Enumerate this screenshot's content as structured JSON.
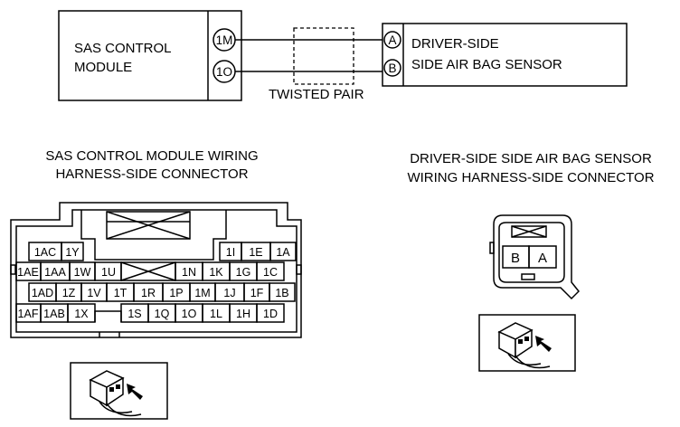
{
  "module": {
    "name_line1": "SAS CONTROL",
    "name_line2": "MODULE",
    "terminals": [
      "1M",
      "1O"
    ]
  },
  "sensor": {
    "name_line1": "DRIVER-SIDE",
    "name_line2": "SIDE AIR BAG SENSOR",
    "terminals": [
      "A",
      "B"
    ]
  },
  "twisted_pair_label": "TWISTED PAIR",
  "left_connector": {
    "title_line1": "SAS CONTROL MODULE WIRING",
    "title_line2": "HARNESS-SIDE CONNECTOR",
    "row1": [
      "1AC",
      "1Y",
      "1I",
      "1E",
      "1A"
    ],
    "row2": [
      "1AE",
      "1AA",
      "1W",
      "1U",
      "1N",
      "1K",
      "1G",
      "1C"
    ],
    "row3": [
      "1AD",
      "1Z",
      "1V",
      "1T",
      "1R",
      "1P",
      "1M",
      "1J",
      "1F",
      "1B"
    ],
    "row4": [
      "1AF",
      "1AB",
      "1X",
      "1S",
      "1Q",
      "1O",
      "1L",
      "1H",
      "1D"
    ]
  },
  "right_connector": {
    "title_line1": "DRIVER-SIDE SIDE AIR BAG SENSOR",
    "title_line2": "WIRING HARNESS-SIDE CONNECTOR",
    "pins": [
      "B",
      "A"
    ]
  }
}
